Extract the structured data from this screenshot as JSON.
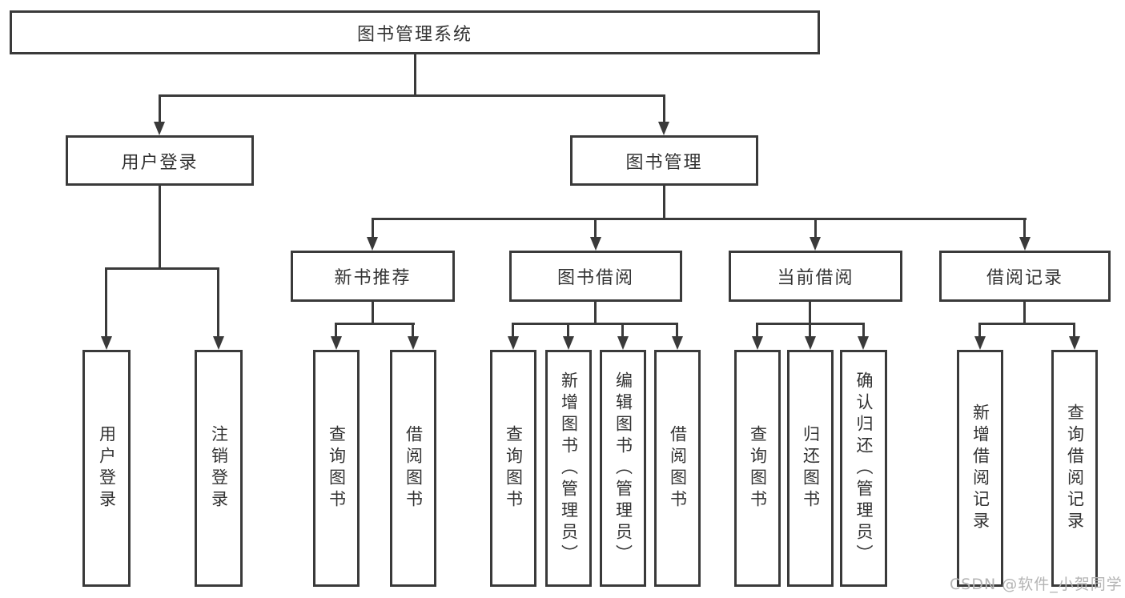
{
  "tree": {
    "root": "图书管理系统",
    "user_login": {
      "label": "用户登录",
      "children": [
        "用户登录",
        "注销登录"
      ]
    },
    "book_mgmt": {
      "label": "图书管理",
      "children": {
        "new_book": {
          "label": "新书推荐",
          "children": [
            "查询图书",
            "借阅图书"
          ]
        },
        "borrow": {
          "label": "图书借阅",
          "children": [
            "查询图书",
            "新增图书（管理员）",
            "编辑图书（管理员）",
            "借阅图书"
          ]
        },
        "current": {
          "label": "当前借阅",
          "children": [
            "查询图书",
            "归还图书",
            "确认归还（管理员）"
          ]
        },
        "records": {
          "label": "借阅记录",
          "children": [
            "新增借阅记录",
            "查询借阅记录"
          ]
        }
      }
    }
  },
  "watermark": "CSDN @软件_小贺同学",
  "colors": {
    "line": "#3a3a3a",
    "text": "#333333",
    "background": "#ffffff",
    "watermark": "#b4b4b4"
  }
}
